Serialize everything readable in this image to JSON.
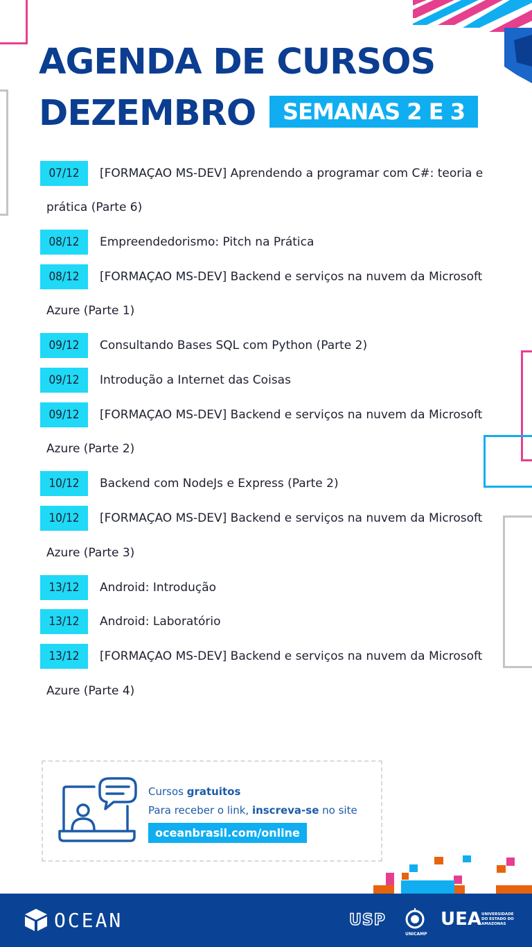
{
  "header": {
    "title_line1": "AGENDA DE CURSOS",
    "title_line2": "DEZEMBRO",
    "weeks_badge": "SEMANAS 2 E 3"
  },
  "schedule": [
    {
      "date": "07/12",
      "title": "[FORMAÇAO MS-DEV] Aprendendo a programar com C#: teoria e",
      "continuation": "prática (Parte 6)"
    },
    {
      "date": "08/12",
      "title": "Empreendedorismo: Pitch na Prática",
      "continuation": ""
    },
    {
      "date": "08/12",
      "title": "[FORMAÇAO MS-DEV] Backend e serviços na nuvem da Microsoft",
      "continuation": "Azure (Parte 1)"
    },
    {
      "date": "09/12",
      "title": "Consultando Bases SQL com Python (Parte 2)",
      "continuation": ""
    },
    {
      "date": "09/12",
      "title": "Introdução a Internet das Coisas",
      "continuation": ""
    },
    {
      "date": "09/12",
      "title": "[FORMAÇAO MS-DEV] Backend e serviços na nuvem da Microsoft",
      "continuation": "Azure (Parte 2)"
    },
    {
      "date": "10/12",
      "title": "Backend com NodeJs e Express (Parte 2)",
      "continuation": ""
    },
    {
      "date": "10/12",
      "title": "[FORMAÇAO MS-DEV] Backend e serviços na nuvem da Microsoft",
      "continuation": "Azure (Parte 3)"
    },
    {
      "date": "13/12",
      "title": "Android: Introdução",
      "continuation": ""
    },
    {
      "date": "13/12",
      "title": "Android: Laboratório",
      "continuation": ""
    },
    {
      "date": "13/12",
      "title": "[FORMAÇAO MS-DEV] Backend e serviços na nuvem da Microsoft",
      "continuation": "Azure (Parte 4)"
    }
  ],
  "info": {
    "line1_prefix": "Cursos ",
    "line1_bold": "gratuitos",
    "line2_prefix": "Para receber o link, ",
    "line2_bold": "inscreva-se",
    "line2_suffix": " no site",
    "link": "oceanbrasil.com/online",
    "icon": "online-class-chat-icon"
  },
  "footer": {
    "brand": "OCEAN",
    "partner1": "USP",
    "partner2": "UNICAMP",
    "partner3": "UEA",
    "partner3_sub": "UNIVERSIDADE DO ESTADO DO AMAZONAS"
  },
  "colors": {
    "navy": "#0b3d91",
    "cyan": "#1fd9f6",
    "blue_badge": "#10aef0",
    "magenta": "#e63f8e",
    "footer_bg": "#0a4395",
    "orange": "#e8630f"
  }
}
